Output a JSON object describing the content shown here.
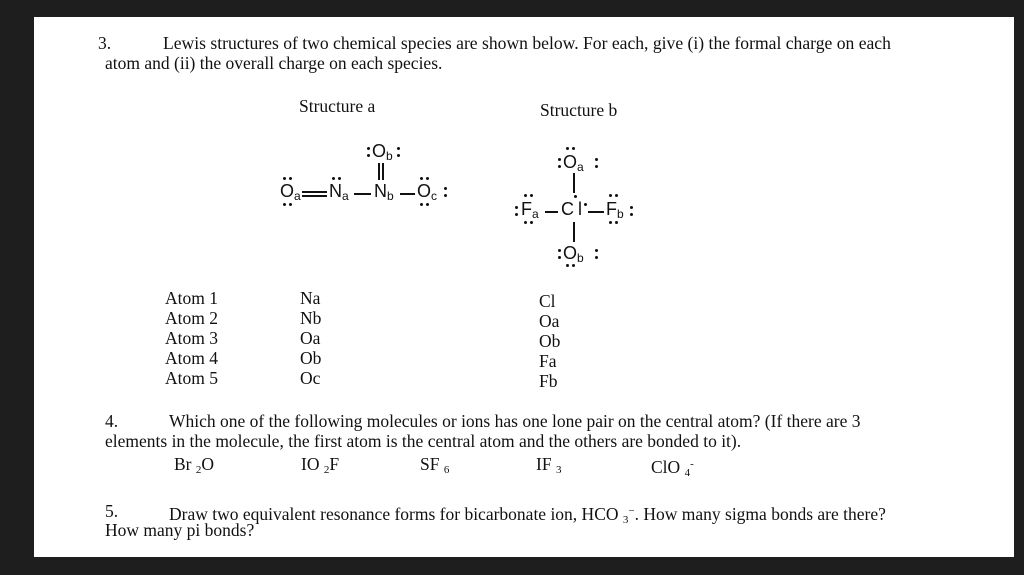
{
  "q3": {
    "number": "3.",
    "line1": "Lewis structures of two chemical species are shown below. For each, give (i) the formal charge on each",
    "line2": "atom and (ii) the overall charge on each species.",
    "structure_a": {
      "title": "Structure a",
      "atoms": [
        {
          "symbol": "O",
          "sub": "a"
        },
        {
          "symbol": "N",
          "sub": "a"
        },
        {
          "symbol": "N",
          "sub": "b"
        },
        {
          "symbol": "O",
          "sub": "c"
        },
        {
          "symbol": "O",
          "sub": "b"
        }
      ]
    },
    "structure_b": {
      "title": "Structure b",
      "atoms": [
        {
          "symbol": "O",
          "sub": "a"
        },
        {
          "symbol": "F",
          "sub": "a"
        },
        {
          "symbol": "Cl",
          "sub": ""
        },
        {
          "symbol": "F",
          "sub": "b"
        },
        {
          "symbol": "O",
          "sub": "b"
        }
      ]
    },
    "table": {
      "row_labels": [
        "Atom 1",
        "Atom 2",
        "Atom 3",
        "Atom 4",
        "Atom 5"
      ],
      "structure_a": [
        "Na",
        "Nb",
        "Oa",
        "Ob",
        "Oc"
      ],
      "structure_b": [
        "Cl",
        "Oa",
        "Ob",
        "Fa",
        "Fb"
      ]
    }
  },
  "q4": {
    "number": "4.",
    "line1": "Which one of the following molecules or ions has one lone pair on the central atom? (If there are 3",
    "line2": "elements in the molecule, the first atom is the central atom and the others are bonded to it).",
    "options": [
      {
        "base": "Br",
        "sub": "2",
        "rest": "O",
        "charge": ""
      },
      {
        "base": "IO",
        "sub": "2",
        "rest": "F",
        "charge": ""
      },
      {
        "base": "SF",
        "sub": "6",
        "rest": "",
        "charge": ""
      },
      {
        "base": "IF",
        "sub": "3",
        "rest": "",
        "charge": ""
      },
      {
        "base": "ClO",
        "sub": "4",
        "rest": "",
        "charge": "-"
      }
    ]
  },
  "q5": {
    "number": "5.",
    "line1_a": "Draw two equivalent resonance forms for bicarbonate ion, HCO",
    "sub": "3",
    "charge": "−",
    "line1_b": ". How many sigma bonds are there?",
    "line2": "How many pi bonds?"
  }
}
